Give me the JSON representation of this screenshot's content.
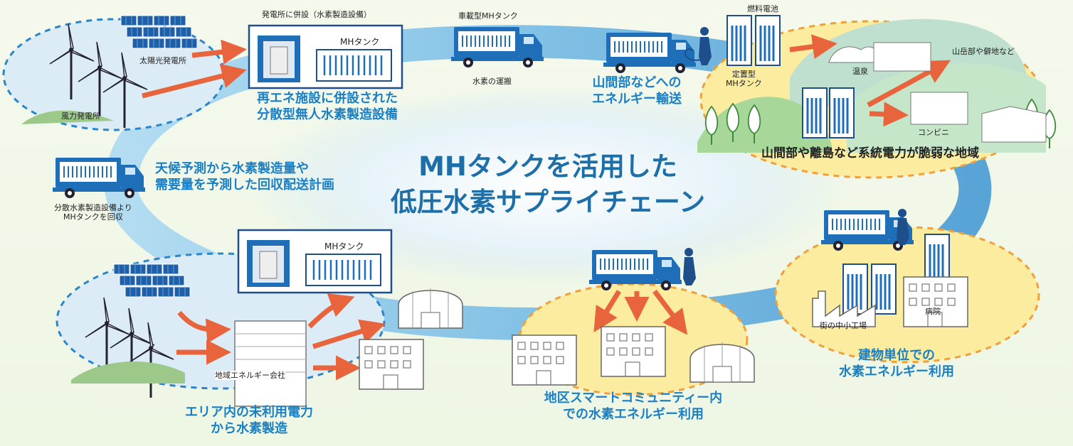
{
  "title": {
    "line1": "MHタンクを活用した",
    "line2": "低圧水素サプライチェーン"
  },
  "nodes": {
    "wind_farm_1": "風力発電所",
    "solar_1": "太陽光発電所",
    "colocated_header": "発電所に併設（水素製造設備）",
    "mh_tank_1": "MHタンク",
    "colocated_caption": {
      "line1": "再エネ施設に併設された",
      "line2": "分散型無人水素製造設備"
    },
    "vehicle_tank": "車載型MHタンク",
    "hydrogen_transport": "水素の運搬",
    "fuel_cell": "燃料電池",
    "stationary_tank": {
      "line1": "定置型",
      "line2": "MHタンク"
    },
    "mountain_caption": {
      "line1": "山間部などへの",
      "line2": "エネルギー輸送"
    },
    "onsen": "温泉",
    "remote_areas": "山岳部や僻地など",
    "konbini": "コンビニ",
    "weak_grid": "山間部や離島など系統電力が脆弱な地域",
    "forecast_caption": {
      "line1": "天候予測から水素製造量や",
      "line2": "需要量を予測した回収配送計画"
    },
    "collect_caption": {
      "line1": "分散水素製造設備より",
      "line2": "MHタンクを回収"
    },
    "mh_tank_2": "MHタンク",
    "regional_energy": "地域エネルギー会社",
    "area_caption": {
      "line1": "エリア内の未利用電力",
      "line2": "から水素製造"
    },
    "smart_caption": {
      "line1": "地区スマートコミュニティー内",
      "line2": "での水素エネルギー利用"
    },
    "factory": "街の中小工場",
    "hospital": "病院",
    "building_caption": {
      "line1": "建物単位での",
      "line2": "水素エネルギー利用"
    }
  },
  "colors": {
    "accent_blue": "#1a7fc4",
    "loop_blue": "#8ec9ec",
    "arrow_orange": "#e8643c",
    "region_yellow": "#fbeca0",
    "region_blue": "#dcecf7",
    "dashed_orange": "#f0a03a",
    "dashed_blue": "#2a86c8"
  },
  "icons": [
    "wind-turbine-icon",
    "solar-panel-icon",
    "truck-icon",
    "fuel-cell-icon",
    "worker-icon",
    "building-icon",
    "factory-icon",
    "hospital-icon",
    "tree-icon"
  ]
}
